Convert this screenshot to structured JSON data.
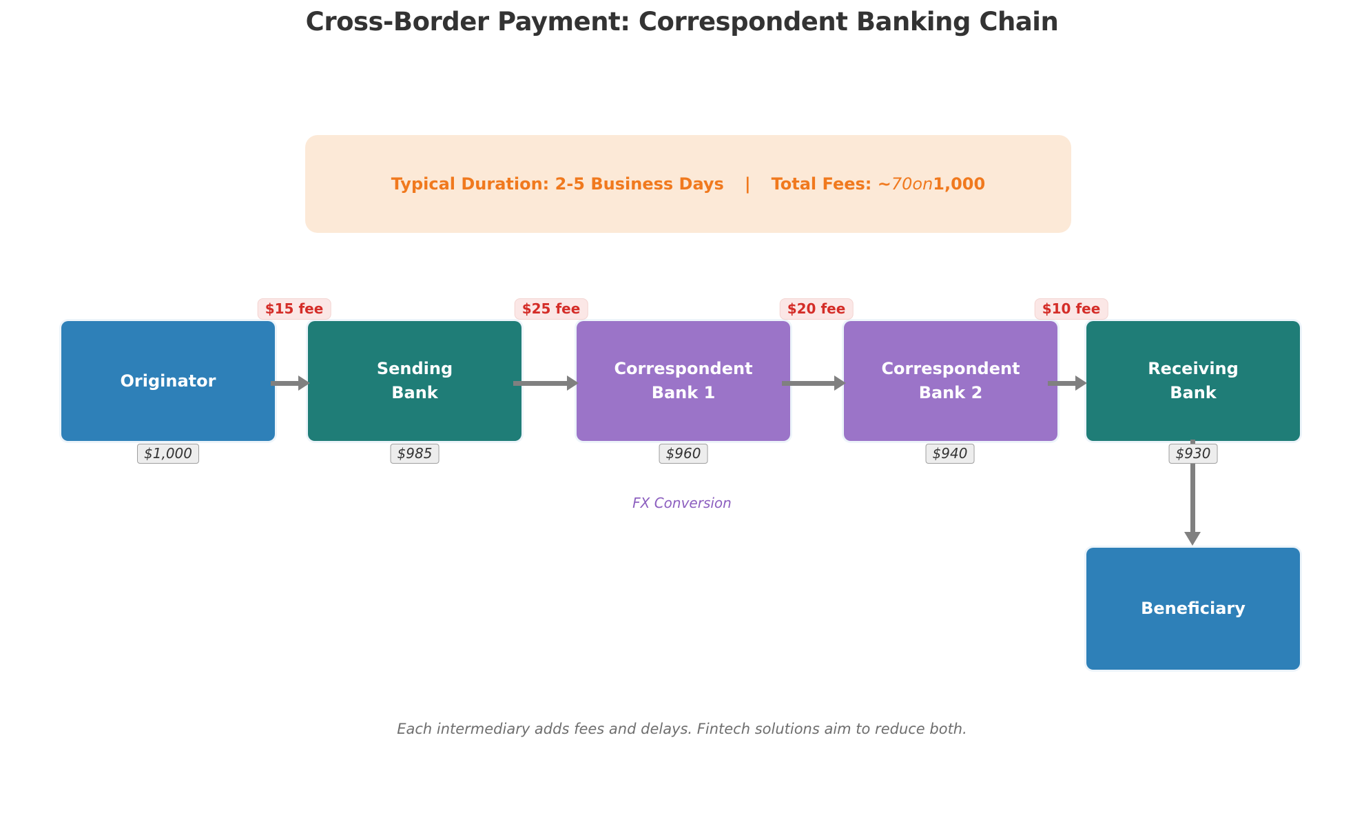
{
  "title": "Cross-Border Payment: Correspondent Banking Chain",
  "banner": {
    "duration_label": "Typical Duration: 2-5 Business Days",
    "separator": "|",
    "fees_prefix": "Total Fees: ~",
    "fees_math": "70on",
    "fees_suffix": "1,000"
  },
  "nodes": [
    {
      "id": "originator",
      "label": "Originator",
      "amount": "$1,000",
      "color": "#2E80B8"
    },
    {
      "id": "sending-bank",
      "label": "Sending\nBank",
      "amount": "$985",
      "color": "#1F7D77"
    },
    {
      "id": "correspondent-bank-1",
      "label": "Correspondent\nBank 1",
      "amount": "$960",
      "color": "#9B74C8"
    },
    {
      "id": "correspondent-bank-2",
      "label": "Correspondent\nBank 2",
      "amount": "$940",
      "color": "#9B74C8"
    },
    {
      "id": "receiving-bank",
      "label": "Receiving\nBank",
      "amount": "$930",
      "color": "#1F7D77"
    },
    {
      "id": "beneficiary",
      "label": "Beneficiary",
      "color": "#2E80B8"
    }
  ],
  "fees": [
    "$15 fee",
    "$25 fee",
    "$20 fee",
    "$10 fee"
  ],
  "fx_annotation": "FX Conversion",
  "footer": "Each intermediary adds fees and delays. Fintech solutions aim to reduce both.",
  "colors": {
    "background": "#FFFFFF",
    "title_text": "#333333",
    "banner_bg": "#FCE9D7",
    "banner_text": "#F0791E",
    "node_blue": "#2E80B8",
    "node_teal": "#1F7D77",
    "node_purple": "#9B74C8",
    "node_text": "#FFFFFF",
    "fee_text": "#D42D28",
    "fee_bg": "#FBE7E6",
    "amount_text": "#333333",
    "amount_bg": "#EDEDED",
    "arrow": "#808080",
    "fx_text": "#8C5FBF",
    "footer_text": "#6E6E6E"
  }
}
